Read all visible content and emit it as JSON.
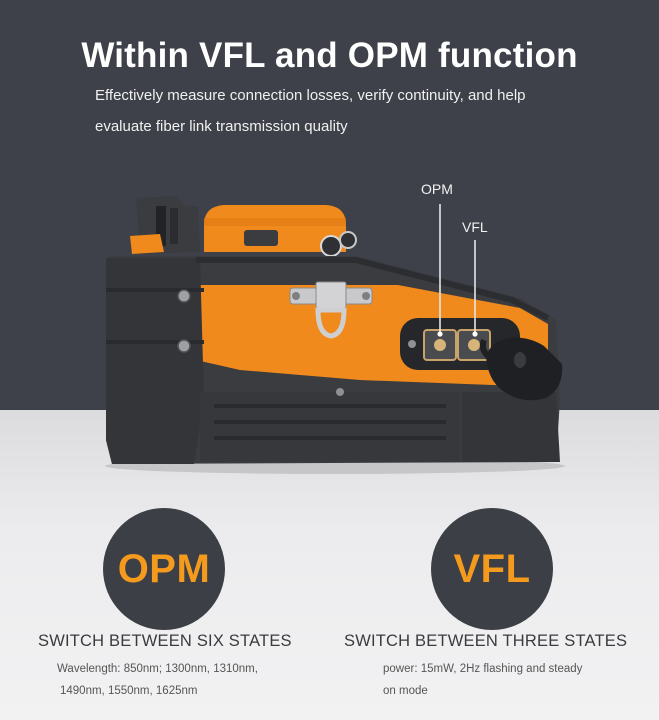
{
  "header": {
    "title": "Within VFL and OPM function",
    "subtitle_line1": "Effectively measure connection losses, verify continuity, and help",
    "subtitle_line2": "evaluate fiber link transmission quality"
  },
  "product_image": {
    "callout_opm": "OPM",
    "callout_vfl": "VFL",
    "accent_color": "#f08a1c",
    "body_color": "#3a3c40"
  },
  "features": [
    {
      "badge": "OPM",
      "heading": "SWITCH BETWEEN SIX STATES",
      "detail_line1": "Wavelength: 850nm; 1300nm, 1310nm,",
      "detail_line2": "1490nm, 1550nm, 1625nm"
    },
    {
      "badge": "VFL",
      "heading": "SWITCH BETWEEN THREE STATES",
      "detail_line1": "power: 15mW, 2Hz flashing and steady",
      "detail_line2": "on mode"
    }
  ],
  "colors": {
    "hero_background": "#3e4149",
    "badge_background": "#3d3f46",
    "badge_text": "#f49a1c"
  }
}
